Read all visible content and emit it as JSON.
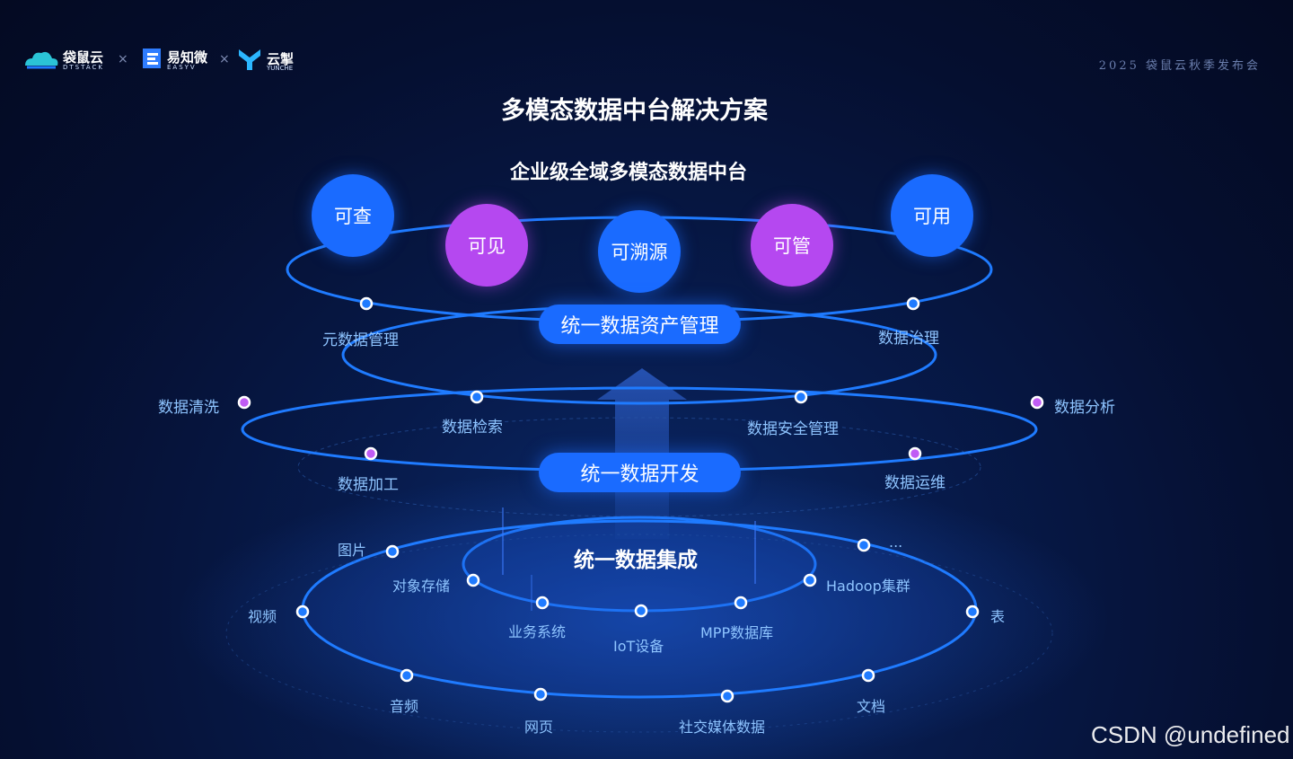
{
  "header": {
    "logos": [
      {
        "name": "袋鼠云",
        "sub": "DTSTACK"
      },
      {
        "name": "易知微",
        "sub": "EASYV"
      },
      {
        "name": "云掣",
        "sub": "YUNCHE"
      }
    ],
    "separator": "×",
    "event": "2025 袋鼠云秋季发布会"
  },
  "title": "多模态数据中台解决方案",
  "subtitle": "企业级全域多模态数据中台",
  "values": [
    {
      "label": "可查",
      "color": "blue"
    },
    {
      "label": "可见",
      "color": "purple"
    },
    {
      "label": "可溯源",
      "color": "blue"
    },
    {
      "label": "可管",
      "color": "purple"
    },
    {
      "label": "可用",
      "color": "blue"
    }
  ],
  "layers": {
    "asset": {
      "title": "统一数据资产管理",
      "items": [
        "元数据管理",
        "数据治理",
        "数据检索",
        "数据安全管理"
      ]
    },
    "dev": {
      "title": "统一数据开发",
      "items": [
        "数据清洗",
        "数据分析",
        "数据加工",
        "数据运维"
      ]
    },
    "integration": {
      "title": "统一数据集成",
      "inner_items": [
        "对象存储",
        "业务系统",
        "IoT设备",
        "MPP数据库",
        "Hadoop集群"
      ],
      "outer_items": [
        "图片",
        "...",
        "视频",
        "表",
        "音频",
        "网页",
        "社交媒体数据",
        "文档"
      ]
    }
  },
  "colors": {
    "accent_blue": "#1a6bff",
    "accent_purple": "#b548f0",
    "ring": "#1f7bff",
    "label": "#8ec4ff"
  },
  "watermark": "CSDN @undefined"
}
